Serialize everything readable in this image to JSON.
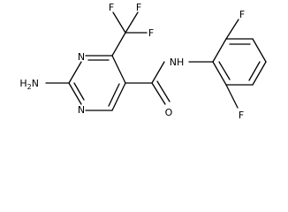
{
  "structure": {
    "atoms": {
      "f_top_left": "F",
      "f_top_right": "F",
      "f_cf3_right": "F",
      "n_ring_upper": "N",
      "n_ring_lower": "N",
      "nh_label": "NH",
      "o_carbonyl": "O",
      "nh2_base": "H",
      "nh2_sub": "2",
      "nh2_n": "N",
      "f_aryl_top": "F",
      "f_aryl_bottom": "F"
    }
  }
}
